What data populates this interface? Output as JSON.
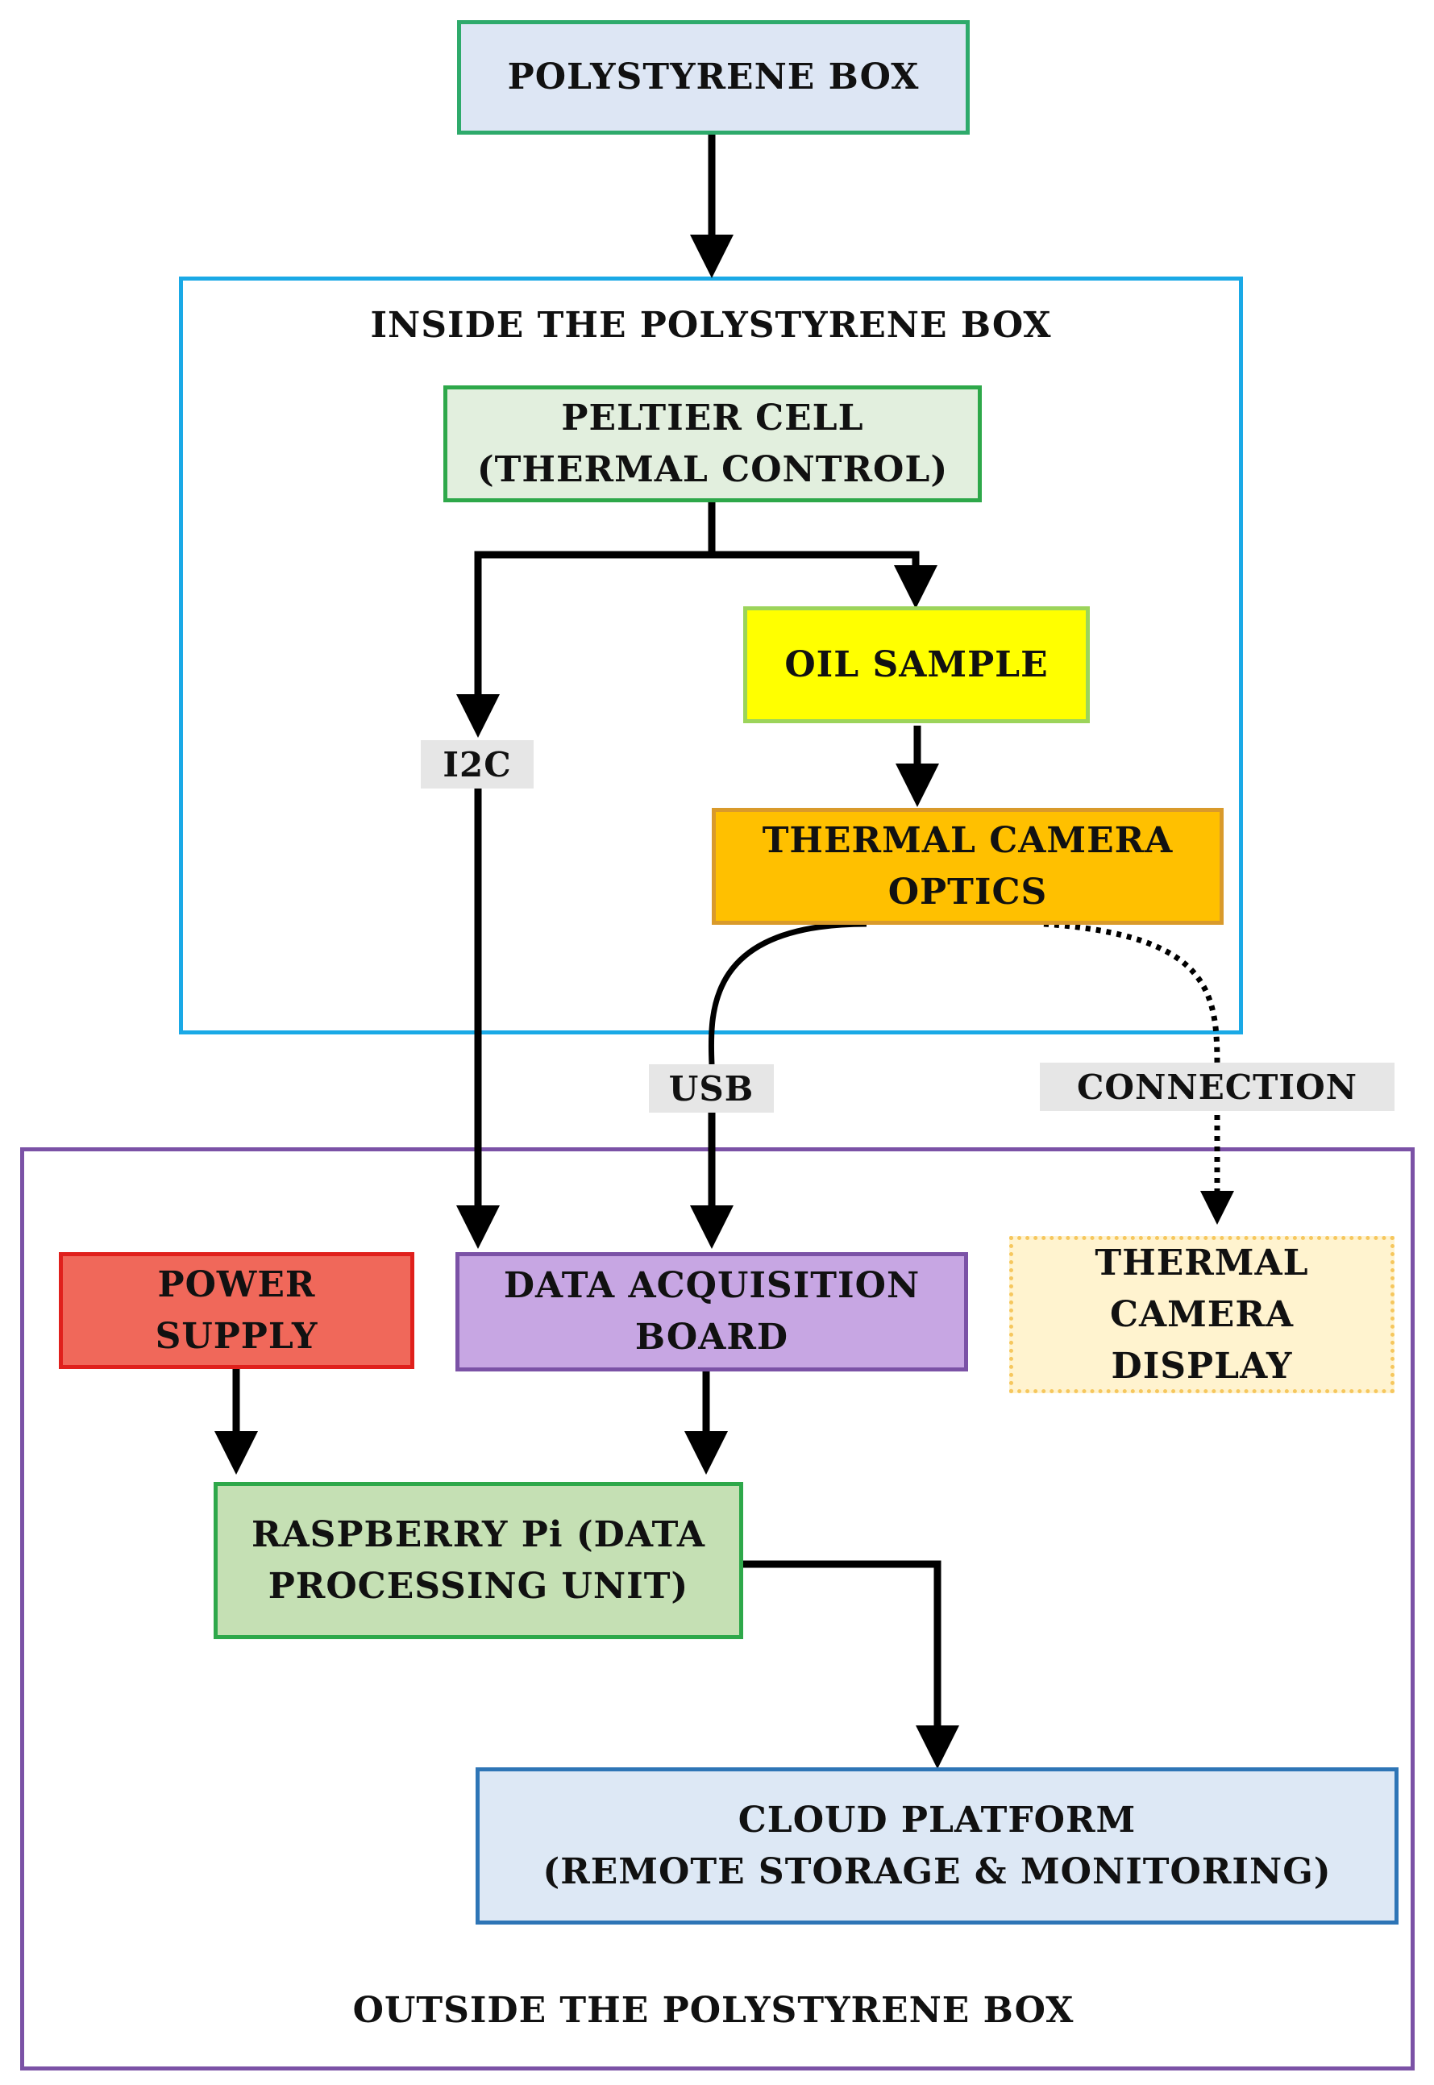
{
  "colors": {
    "inside_region_border": "#1aa9e6",
    "outside_region_border": "#7b52a6",
    "line": "#000000",
    "edge_label_bg": "#e6e6e6"
  },
  "nodes": {
    "polystyrene_box": {
      "label": "POLYSTYRENE BOX",
      "fill": "#dde6f4",
      "border": "#2eaa6b"
    },
    "peltier_cell": {
      "label": "PELTIER CELL\n(THERMAL CONTROL)",
      "fill": "#e2efde",
      "border": "#2ea84a"
    },
    "oil_sample": {
      "label": "OIL SAMPLE",
      "fill": "#ffff00",
      "border": "#9cd45a"
    },
    "thermal_camera_optics": {
      "label": "THERMAL CAMERA\nOPTICS",
      "fill": "#ffc000",
      "border": "#d99a2b"
    },
    "power_supply": {
      "label": "POWER\nSUPPLY",
      "fill": "#f0685a",
      "border": "#e0201c"
    },
    "data_acquisition_board": {
      "label": "DATA ACQUISITION\nBOARD",
      "fill": "#c7a6e3",
      "border": "#7b52a6"
    },
    "thermal_camera_display": {
      "label": "THERMAL\nCAMERA\nDISPLAY",
      "fill": "#fff3cf",
      "border": "#f6c75e"
    },
    "raspberry_pi": {
      "label": "RASPBERRY Pi (DATA\nPROCESSING UNIT)",
      "fill": "#c5e0b4",
      "border": "#2ea84a"
    },
    "cloud_platform": {
      "label": "CLOUD PLATFORM\n(REMOTE STORAGE & MONITORING)",
      "fill": "#dde8f5",
      "border": "#2e75b6"
    }
  },
  "regions": {
    "inside": {
      "title": "INSIDE THE POLYSTYRENE BOX"
    },
    "outside": {
      "title": "OUTSIDE THE POLYSTYRENE BOX"
    }
  },
  "edge_labels": {
    "i2c": "I2C",
    "usb": "USB",
    "connection": "CONNECTION"
  }
}
